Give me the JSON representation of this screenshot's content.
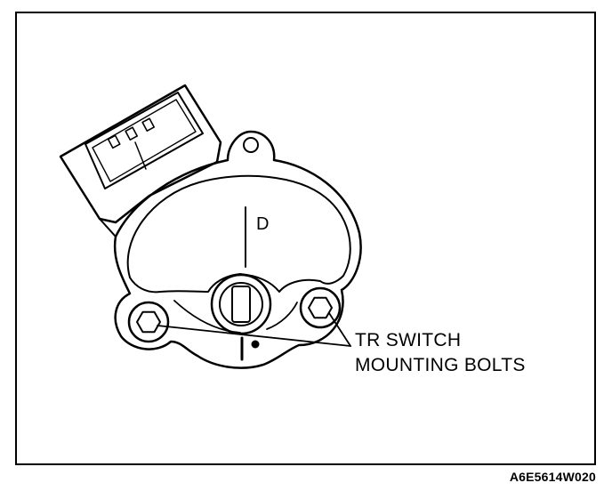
{
  "callout": {
    "line1": "TR SWITCH",
    "line2": "MOUNTING BOLTS"
  },
  "position_marker": "D",
  "figure_code": "A6E5614W020",
  "colors": {
    "ink": "#000000",
    "paper": "#ffffff"
  },
  "icons": [
    "tr-switch-body",
    "connector-housing",
    "hex-bolt-icon",
    "shaft-slot",
    "leader-line"
  ]
}
